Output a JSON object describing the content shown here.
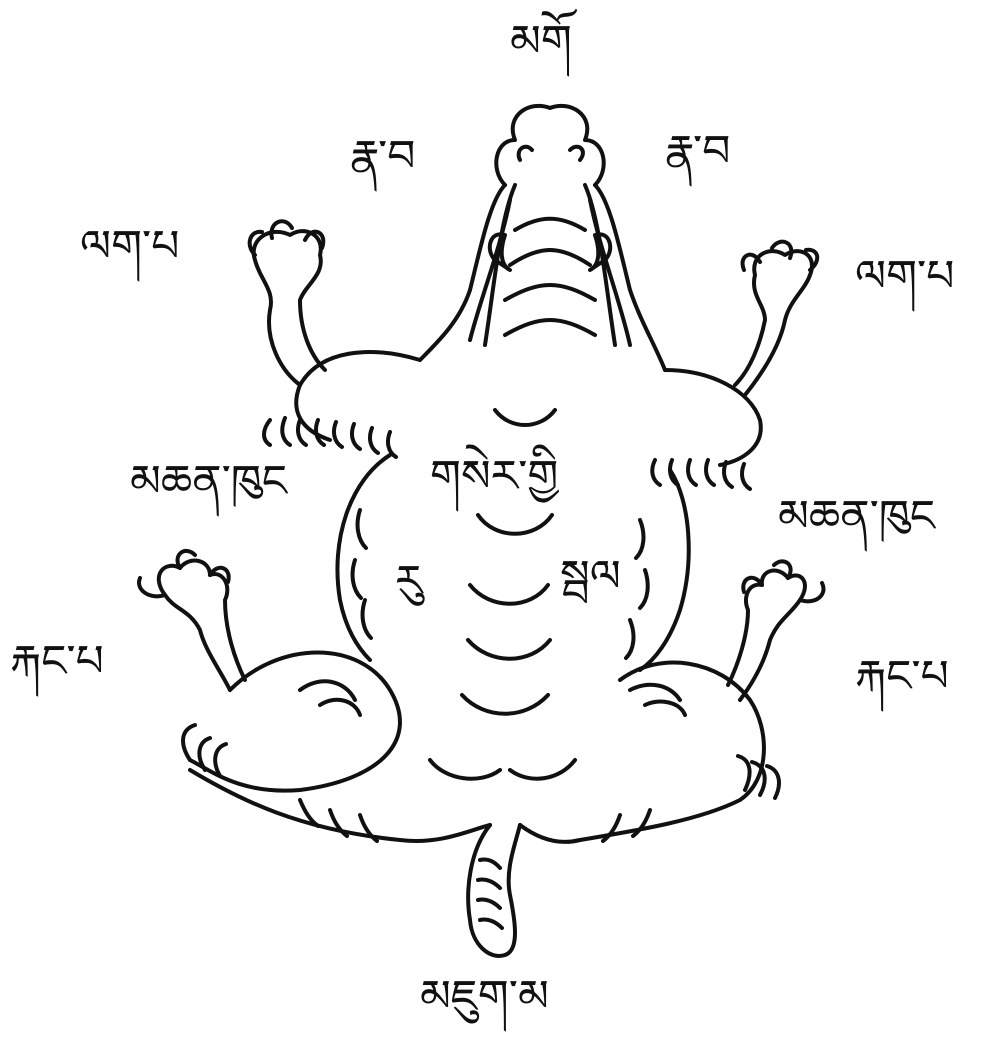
{
  "diagram": {
    "labels": {
      "head": "མགོ",
      "ear_left": "རྣ་བ",
      "ear_right": "རྣ་བ",
      "forelimb_left": "ལག་པ",
      "forelimb_right": "ལག་པ",
      "armpit_left": "མཆན་ཁུང",
      "armpit_right": "མཆན་ཁུང",
      "chest_center": "གསེར་གྱི",
      "belly_left": "རུ",
      "belly_right": "སྦལ",
      "hindlimb_left": "རྐང་པ",
      "hindlimb_right": "རྐང་པ",
      "tail": "མཇུག་མ"
    },
    "colors": {
      "ink": "#111111",
      "background": "#ffffff"
    }
  }
}
